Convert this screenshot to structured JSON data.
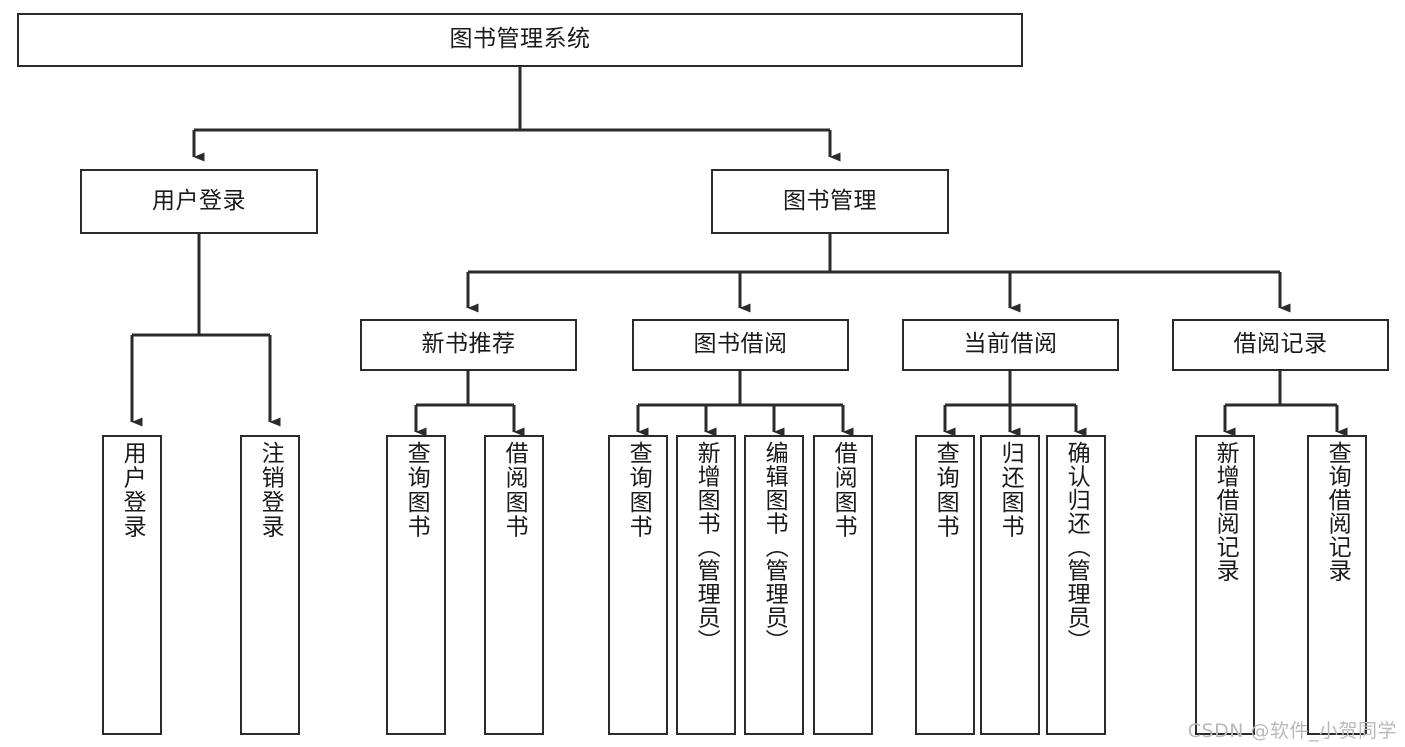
{
  "diagram": {
    "title": "图书管理系统",
    "type": "tree-hierarchy-chart",
    "watermark": "CSDN @软件_小贺同学",
    "line_color": "#2b2b2b",
    "box_fill": "#ffffff",
    "text_color": "#1a1a1a",
    "watermark_color": "#b9b9b9"
  },
  "nodes": {
    "root": {
      "label": "图书管理系统"
    },
    "level2": [
      {
        "label": "用户登录"
      },
      {
        "label": "图书管理"
      }
    ],
    "level3": [
      {
        "label": "新书推荐"
      },
      {
        "label": "图书借阅"
      },
      {
        "label": "当前借阅"
      },
      {
        "label": "借阅记录"
      }
    ],
    "leaves": {
      "user_login": [
        {
          "label": "用户登录"
        },
        {
          "label": "注销登录"
        }
      ],
      "new_book_recommend": [
        {
          "label": "查询图书"
        },
        {
          "label": "借阅图书"
        }
      ],
      "book_borrow": [
        {
          "label": "查询图书"
        },
        {
          "label": "新增图书（管理员）"
        },
        {
          "label": "编辑图书（管理员）"
        },
        {
          "label": "借阅图书"
        }
      ],
      "current_borrow": [
        {
          "label": "查询图书"
        },
        {
          "label": "归还图书"
        },
        {
          "label": "确认归还（管理员）"
        }
      ],
      "borrow_record": [
        {
          "label": "新增借阅记录"
        },
        {
          "label": "查询借阅记录"
        }
      ]
    }
  }
}
